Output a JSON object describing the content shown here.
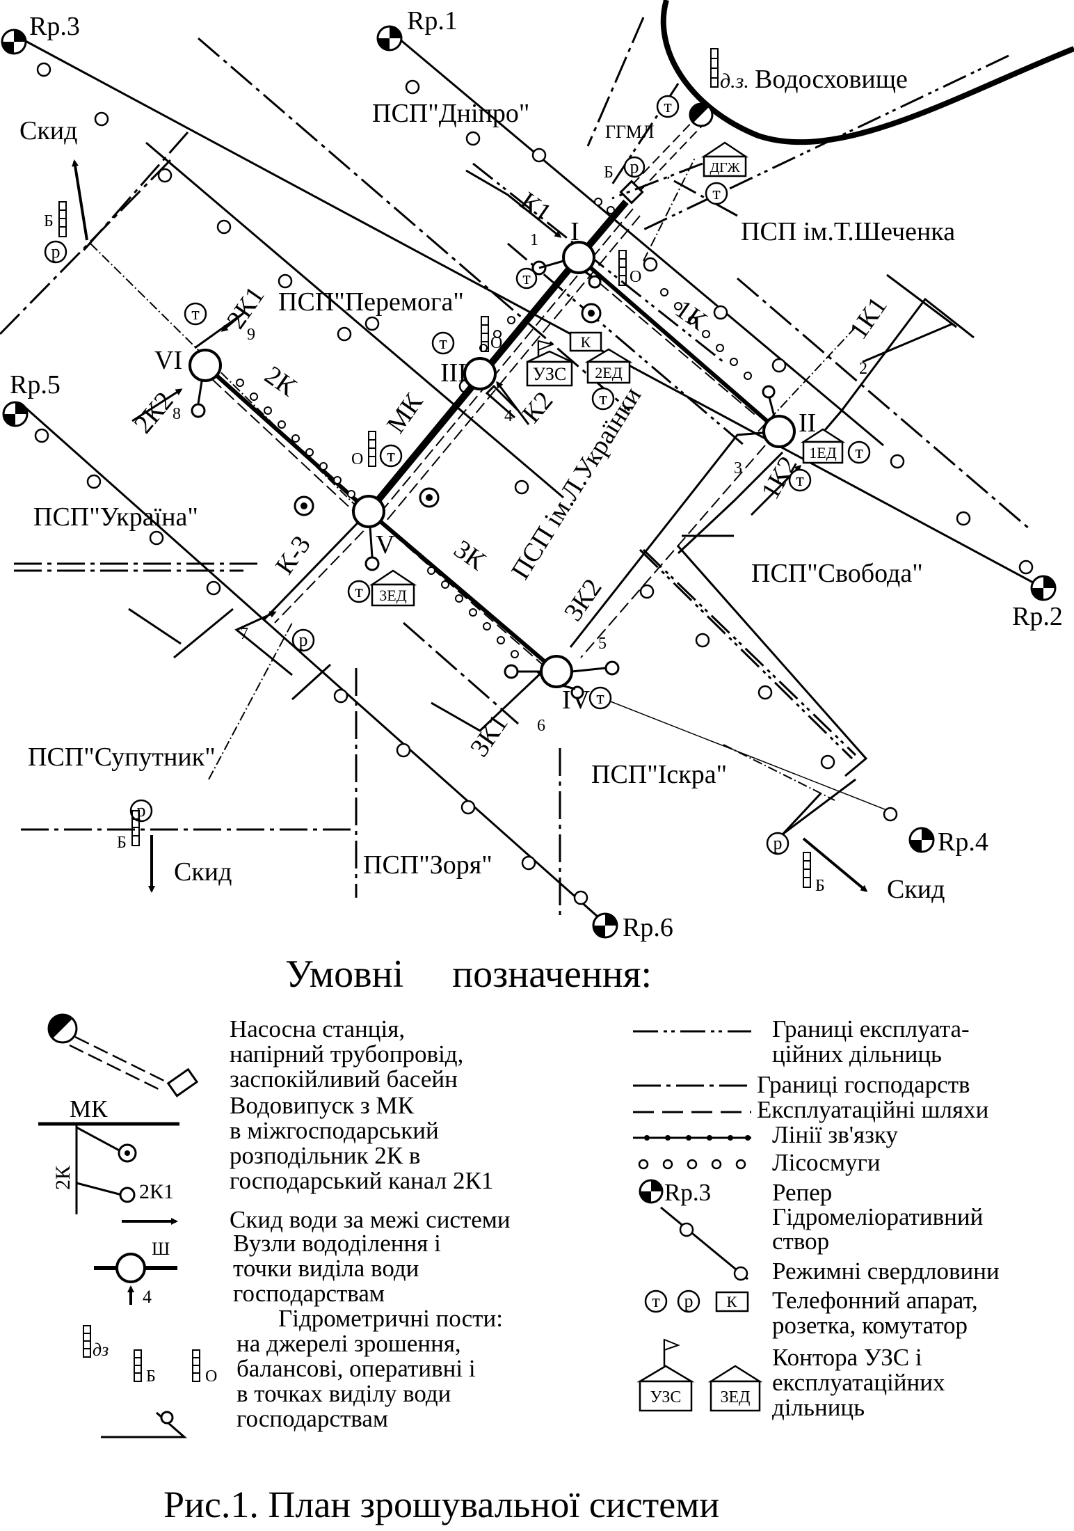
{
  "map": {
    "reservoir": "Водосховище",
    "reservoir_post_mark": "д.з.",
    "ggml": "ГГМЛ",
    "dgzh": "ДГЖ",
    "farms": {
      "dnipro": "ПСП\"Дніпро\"",
      "shevchenka": "ПСП ім.Т.Шеченка",
      "peremoga": "ПСП\"Перемога\"",
      "ukrainka": "ПСП ім.Л.Українки",
      "ukraina": "ПСП\"Україна\"",
      "svoboda": "ПСП\"Свобода\"",
      "suputnyk": "ПСП\"Супутник\"",
      "iskra": "ПСП\"Іскра\"",
      "zorya": "ПСП\"Зоря\""
    },
    "benchmarks": {
      "rp1": "Rp.1",
      "rp2": "Rp.2",
      "rp3": "Rp.3",
      "rp4": "Rp.4",
      "rp5": "Rp.5",
      "rp6": "Rp.6"
    },
    "discharge": "Скид",
    "nodes": {
      "n1": "I",
      "n2": "II",
      "n3": "III",
      "n4": "IV",
      "n5": "V",
      "n6": "VI"
    },
    "canals": {
      "mk": "МК",
      "k1": "К1",
      "k2": "К2",
      "c1k": "1К",
      "c1k1": "1К1",
      "c1k2": "1К2",
      "c2k": "2К",
      "c2k1": "2К1",
      "c2k2": "2К2",
      "c3k": "3К",
      "c3k1": "3К1",
      "c3k2": "3К2",
      "k3": "К-3"
    },
    "outlets": [
      "1",
      "2",
      "3",
      "4",
      "5",
      "6",
      "7",
      "8",
      "9"
    ],
    "post_letters": {
      "b": "Б",
      "o": "О",
      "t": "т",
      "p": "р",
      "k": "К"
    },
    "offices": {
      "uzs": "УЗС",
      "e1": "1ЕД",
      "e2": "2ЕД",
      "e3": "3ЕД"
    }
  },
  "legend": {
    "title": "Умовні     позначення:",
    "pump": [
      "Насосна станція,",
      "напірний трубопровід,",
      "заспокійливий басейн"
    ],
    "outlet_label_mk": "МК",
    "outlet_label_2k": "2К",
    "outlet_label_2k1": "2К1",
    "outlet": [
      "Водовипуск з МК",
      "в міжгосподарський",
      "розподільник 2К в",
      "господарський канал 2К1"
    ],
    "discharge": "Скид води за межі системи",
    "node_roman": "Ш",
    "node_num": "4",
    "nodes": [
      "Вузли вододілення і",
      "точки виділа води",
      "господарствам"
    ],
    "posts_title": "Гідрометричні пости:",
    "posts": [
      "на джерелі зрошення,",
      "балансові, оперативні і",
      "в точках виділу води",
      "господарствам"
    ],
    "post_dz": "дз",
    "post_b": "Б",
    "post_o": "О",
    "boundary_plots": [
      "Границі експлуата-",
      "ційних дільниць"
    ],
    "boundary_farms": "Границі господарств",
    "roads": "Експлуатаційні шляхи",
    "comms": "Лінії зв'язку",
    "forest": "Лісосмуги",
    "benchmark_label": "Rp.3",
    "benchmark": "Репер",
    "hydro": [
      "Гідромеліоративний",
      "створ"
    ],
    "wells": "Режимні свердловини",
    "phone": [
      "Телефонний апарат,",
      "розетка, комутатор"
    ],
    "phone_t": "т",
    "phone_p": "р",
    "phone_k": "К",
    "office": [
      "Контора УЗС і",
      "експлуатаційних",
      "дільниць"
    ],
    "office_uzs": "УЗС",
    "office_3ed": "3ЕД"
  },
  "caption": "Рис.1. План зрошувальної системи"
}
